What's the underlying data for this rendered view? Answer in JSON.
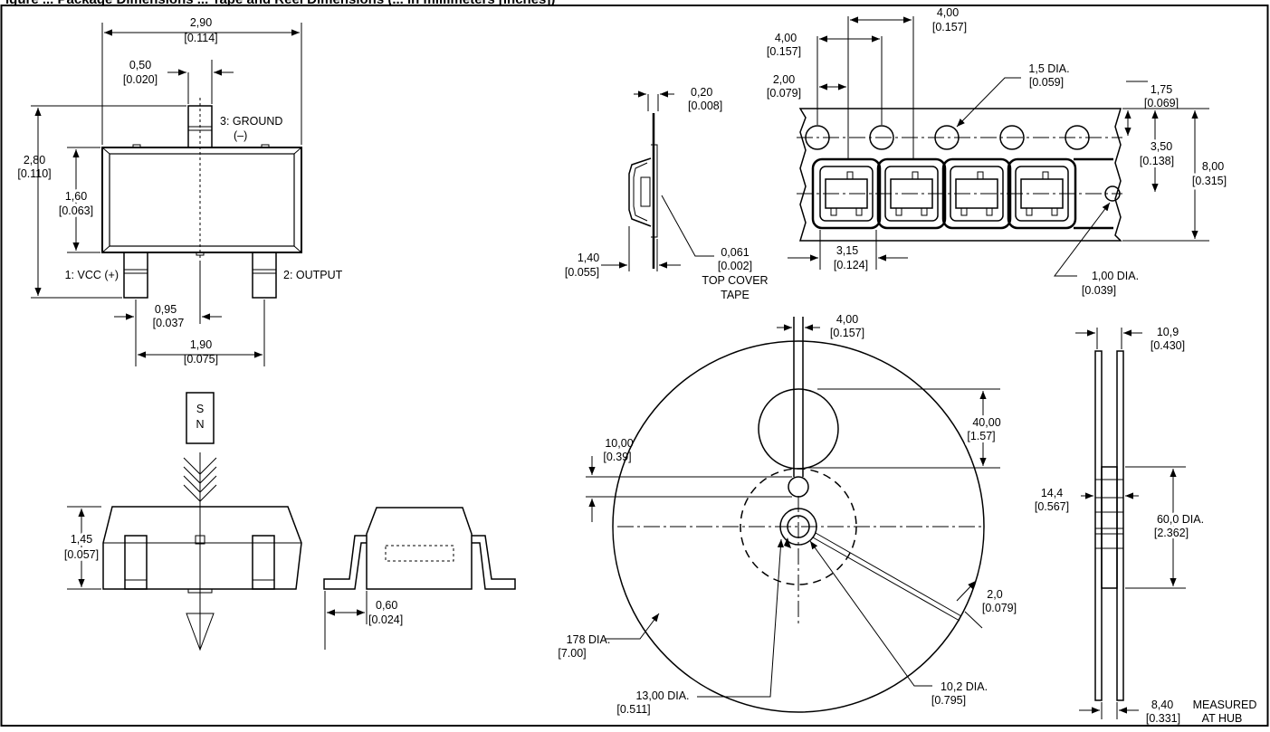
{
  "title": "igure ... Package Dimensions ... Tape and Reel Dimensions (... in millimeters [inches])",
  "package": {
    "width": [
      "2,90",
      "[0.114]"
    ],
    "lead_width": [
      "0,50",
      "[0.020]"
    ],
    "total_height": [
      "2,80",
      "[0.110]"
    ],
    "body_height": [
      "1,60",
      "[0.063]"
    ],
    "pin3": [
      "3: GROUND",
      "(–)"
    ],
    "pin1": "1: VCC (+)",
    "pin2": "2: OUTPUT",
    "pitch": [
      "0,95",
      "[0.037"
    ],
    "span": [
      "1,90",
      "[0.075]"
    ],
    "magnet": [
      "S",
      "N"
    ],
    "thickness": [
      "1,45",
      "[0.057]"
    ],
    "standoff": [
      "0,60",
      "[0.024]"
    ]
  },
  "tape": {
    "thickness": [
      "0,20",
      "[0.008]"
    ],
    "pocket_depth": [
      "1,40",
      "[0.055]"
    ],
    "cover": [
      "0,061",
      "[0.002]",
      "TOP COVER",
      "TAPE"
    ],
    "pitch_a": [
      "4,00",
      "[0.157]"
    ],
    "pitch_b": [
      "4,00",
      "[0.157]"
    ],
    "hole_to_pocket": [
      "2,00",
      "[0.079]"
    ],
    "sprocket_dia": [
      "1,5 DIA.",
      "[0.059]"
    ],
    "edge": [
      "1,75",
      "[0.069]"
    ],
    "row": [
      "3,50",
      "[0.138]"
    ],
    "width": [
      "8,00",
      "[0.315]"
    ],
    "pocket": [
      "3,15",
      "[0.124]"
    ],
    "pocket_hole": [
      "1,00 DIA.",
      "[0.039]"
    ]
  },
  "reel": {
    "slot": [
      "4,00",
      "[0.157]"
    ],
    "window": [
      "40,00",
      "[1.57]"
    ],
    "slot_len": [
      "10,00",
      "[0.39]"
    ],
    "outer": [
      "178 DIA.",
      "[7.00]"
    ],
    "hub": [
      "13,00 DIA.",
      "[0.511]"
    ],
    "arbor": [
      "10,2 DIA.",
      "[0.795]"
    ],
    "key": [
      "2,0",
      "[0.079]"
    ],
    "side_width": [
      "10,9",
      "[0.430]"
    ],
    "hub_width": [
      "14,4",
      "[0.567]"
    ],
    "hub_dia": [
      "60,0 DIA.",
      "[2.362]"
    ],
    "measured": [
      "8,40",
      "[0.331]",
      "MEASURED",
      "AT HUB"
    ]
  }
}
